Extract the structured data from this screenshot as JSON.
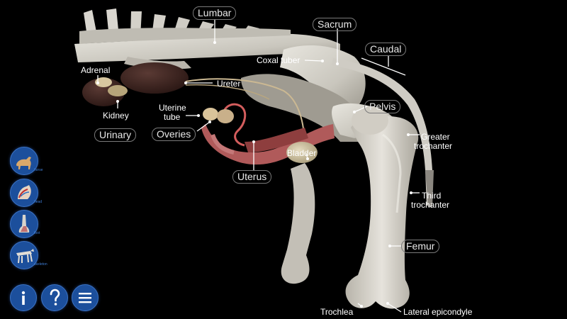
{
  "labels": {
    "lumbar": "Lumbar",
    "sacrum": "Sacrum",
    "caudal": "Caudal",
    "coxal_tuber": "Coxal tuber",
    "adrenal": "Adrenal",
    "ureter": "Ureter",
    "kidney": "Kidney",
    "urinary": "Urinary",
    "uterine_tube_line1": "Uterine",
    "uterine_tube_line2": "tube",
    "overies": "Overies",
    "pelvis": "Pelvis",
    "greater_trochanter_line1": "Greater",
    "greater_trochanter_line2": "trochanter",
    "bladder": "Bladder",
    "uterus": "Uterus",
    "third_trochanter_line1": "Third",
    "third_trochanter_line2": "trochanter",
    "femur": "Femur",
    "trochlea": "Trochlea",
    "lateral_epicondyle": "Lateral epicondyle"
  },
  "sidebar": {
    "buttons": [
      {
        "name": "horse",
        "caption": "horse"
      },
      {
        "name": "head",
        "caption": "head"
      },
      {
        "name": "foot",
        "caption": "foot"
      },
      {
        "name": "skeleton",
        "caption": "skeleton"
      }
    ]
  },
  "toolbar": {
    "info_icon": "info-icon",
    "help_icon": "help-icon",
    "menu_icon": "menu-icon"
  }
}
